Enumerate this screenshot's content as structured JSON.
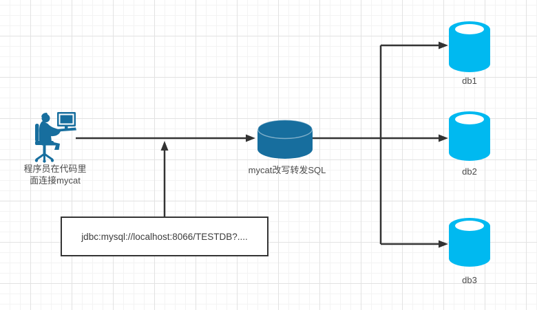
{
  "diagram": {
    "type": "architecture-flow",
    "title": "mycat SQL forwarding diagram",
    "colors": {
      "node_teal": "#176e9e",
      "node_cyan": "#00b9f0",
      "connector": "#333333",
      "label_text": "#4a4a4a",
      "grid_minor": "#f3f3f3",
      "grid_major": "#e2e2e2",
      "background": "#ffffff"
    },
    "client": {
      "icon": "programmer-at-computer-icon",
      "label": "程序员在代码里\n面连接mycat"
    },
    "mycat": {
      "icon": "database-cylinder-icon",
      "label": "mycat改写转发SQL"
    },
    "databases": [
      {
        "icon": "database-cylinder-icon",
        "label": "db1"
      },
      {
        "icon": "database-cylinder-icon",
        "label": "db2"
      },
      {
        "icon": "database-cylinder-icon",
        "label": "db3"
      }
    ],
    "jdbc_note": {
      "text": "jdbc:mysql://localhost:8066/TESTDB?...."
    },
    "connectors": [
      "client-to-mycat",
      "jdbc-note-to-client-line",
      "mycat-to-db1",
      "mycat-to-db2",
      "mycat-to-db3"
    ]
  }
}
